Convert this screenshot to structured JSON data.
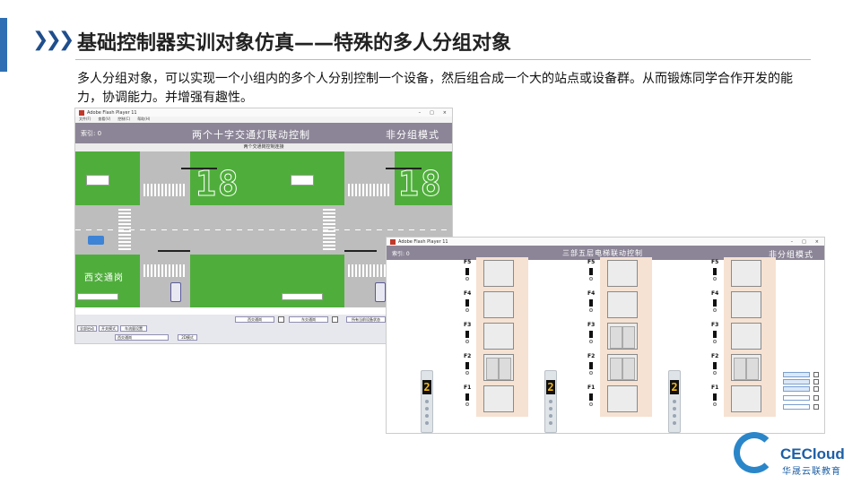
{
  "slide": {
    "title": "基础控制器实训对象仿真——特殊的多人分组对象",
    "body": "多人分组对象，可以实现一个小组内的多个人分别控制一个设备，然后组合成一个大的站点或设备群。从而锻炼同学合作开发的能力，协调能力。并增强有趣性。"
  },
  "window_title": "Adobe Flash Player 11",
  "menu": [
    "文件(F)",
    "查看(V)",
    "控制(C)",
    "帮助(H)"
  ],
  "traffic": {
    "index": "索引: 0",
    "title": "两个十字交通灯联动控制",
    "mode": "非分组模式",
    "subtitle": "两个交通岗控制连接",
    "digits_left": "18",
    "digits_right": "18",
    "zone_label": "西交通岗",
    "controls": {
      "west_btn": "西交通岗",
      "east_btn": "东交通岗",
      "all_btn": "所有当前设备状态",
      "input_value": "西交通岗",
      "mode_select": "2D模式",
      "btn_a": "全部启动",
      "btn_b": "开关模式",
      "btn_c": "车流量设置"
    }
  },
  "elevator": {
    "index": "索引: 0",
    "title": "三部五层电梯联动控制",
    "mode": "非分组模式",
    "floors": [
      "F5",
      "F4",
      "F3",
      "F2",
      "F1"
    ],
    "panel_display": "2"
  },
  "brand": {
    "name": "CECloud",
    "sub": "华晟云联教育"
  },
  "colors": {
    "accent": "#2e6fb3",
    "header_bar": "#8c8597",
    "grass": "#4fae3b",
    "shaft": "#f6e2d2"
  }
}
